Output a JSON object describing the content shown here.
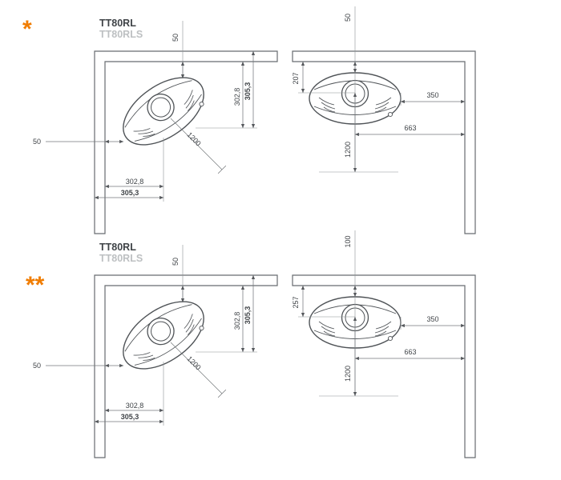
{
  "colors": {
    "accent": "#f07c00",
    "line": "#55585c",
    "text": "#3f4347",
    "muted": "#bdc0c2"
  },
  "sections": [
    {
      "mark": "*",
      "model_primary": "TT80RL",
      "model_secondary": "TT80RLS",
      "corner": {
        "clearance_top": "50",
        "center_dist_a": "302,8",
        "center_dist_b": "305,3",
        "front_clearance": "1200",
        "clearance_left": "50",
        "bottom_dist_a": "302,8",
        "bottom_dist_b": "305,3"
      },
      "wall": {
        "clearance_back": "50",
        "wall_to_center": "207",
        "side_clearance": "350",
        "side_to_center": "663",
        "front_clearance": "1200"
      }
    },
    {
      "mark": "**",
      "model_primary": "TT80RL",
      "model_secondary": "TT80RLS",
      "corner": {
        "clearance_top": "50",
        "center_dist_a": "302,8",
        "center_dist_b": "305,3",
        "front_clearance": "1200",
        "clearance_left": "50",
        "bottom_dist_a": "302,8",
        "bottom_dist_b": "305,3"
      },
      "wall": {
        "clearance_back": "100",
        "wall_to_center": "257",
        "side_clearance": "350",
        "side_to_center": "663",
        "front_clearance": "1200"
      }
    }
  ]
}
